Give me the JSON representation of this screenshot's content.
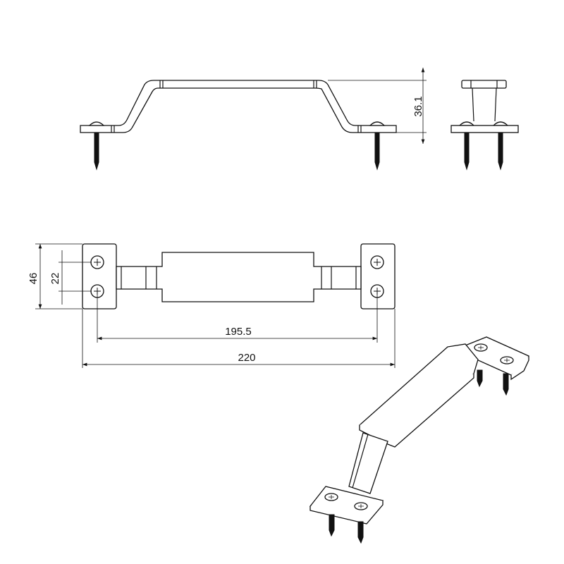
{
  "dimensions": {
    "height": "36.1",
    "plate_width": "46",
    "hole_spacing": "22",
    "hole_center_distance": "195.5",
    "overall_length": "220"
  },
  "colors": {
    "line": "#111111",
    "background": "#ffffff"
  }
}
